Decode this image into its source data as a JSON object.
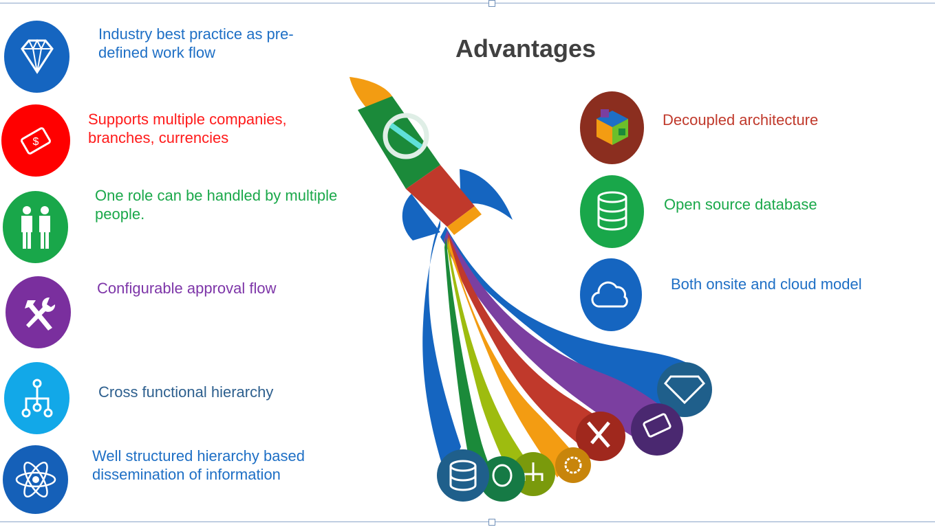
{
  "title": "Advantages",
  "left_items": [
    {
      "text": "Industry best practice as pre-defined work flow",
      "color": "#1e6fc5",
      "icon": "diamond-icon",
      "circle": "#1565c0"
    },
    {
      "text": "Supports multiple companies, branches, currencies",
      "color": "#ff1a1a",
      "icon": "money-icon",
      "circle": "#ff0000"
    },
    {
      "text": "One role can be handled by multiple people.",
      "color": "#1aa84a",
      "icon": "people-icon",
      "circle": "#19a74a"
    },
    {
      "text": "Configurable approval flow",
      "color": "#7d35a8",
      "icon": "tools-icon",
      "circle": "#7a2f9e"
    },
    {
      "text": "Cross functional hierarchy",
      "color": "#2d5f8e",
      "icon": "hierarchy-icon",
      "circle": "#12a8e8"
    },
    {
      "text": "Well structured hierarchy based dissemination of information",
      "color": "#1e6fc5",
      "icon": "atom-icon",
      "circle": "#1560b8"
    }
  ],
  "right_items": [
    {
      "text": "Decoupled architecture",
      "color": "#c0392b",
      "icon": "puzzle-cube-icon",
      "circle": "#8b2e1f"
    },
    {
      "text": "Open source database",
      "color": "#1aa84a",
      "icon": "database-icon",
      "circle": "#19a74a"
    },
    {
      "text": "Both onsite and cloud model",
      "color": "#1e6fc5",
      "icon": "cloud-icon",
      "circle": "#1565c0"
    }
  ]
}
